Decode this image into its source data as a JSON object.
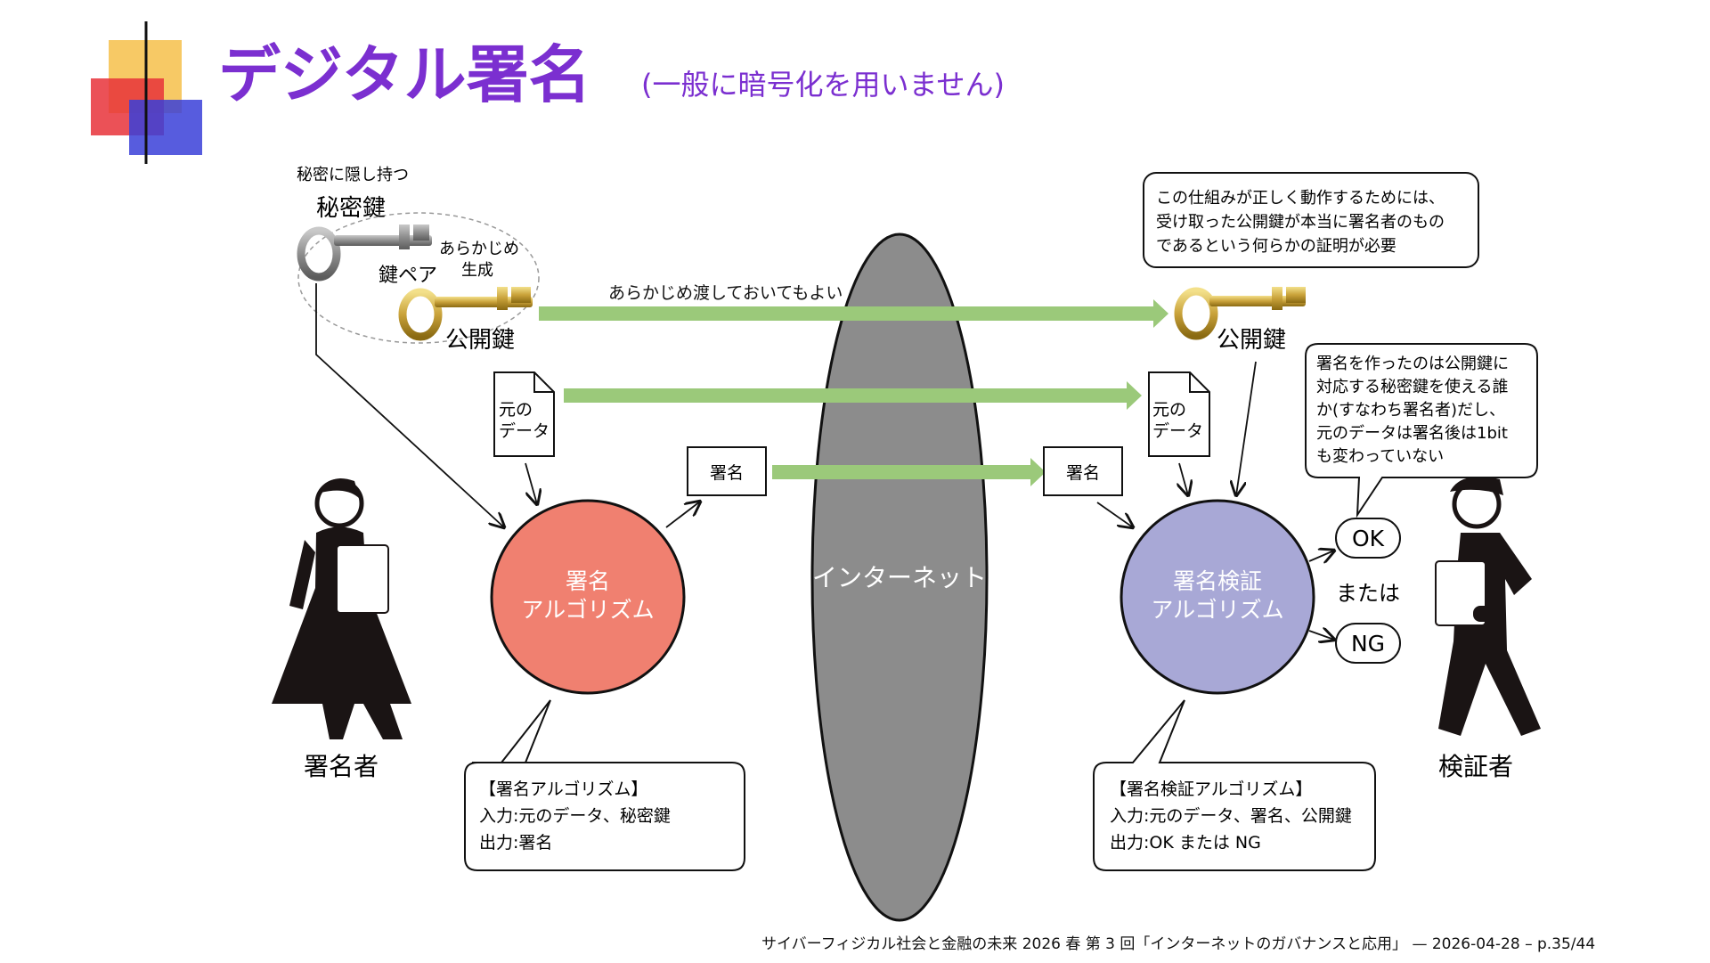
{
  "title": {
    "main": "デジタル署名",
    "sub": "(一般に暗号化を用いません)"
  },
  "colors": {
    "title_purple": "#7b2fd0",
    "arrow_green": "#9bc97a",
    "signing_circle": "#f08070",
    "verify_circle": "#a8a8d6",
    "internet": "#8c8c8c"
  },
  "signer": {
    "key_pair": {
      "hidden_note": "秘密に隠し持つ",
      "private_key": "秘密鍵",
      "pair_label": "鍵ペア",
      "pregen_line1": "あらかじめ",
      "pregen_line2": "生成",
      "public_key": "公開鍵"
    },
    "doc_line1": "元の",
    "doc_line2": "データ",
    "algorithm_line1": "署名",
    "algorithm_line2": "アルゴリズム",
    "signature": "署名",
    "person_label": "署名者",
    "box_title": "【署名アルゴリズム】",
    "box_input": "入力:元のデータ、秘密鍵",
    "box_output": "出力:署名"
  },
  "internet_label": "インターネット",
  "transfer_note": "あらかじめ渡しておいてもよい",
  "verifier": {
    "public_key": "公開鍵",
    "doc_line1": "元の",
    "doc_line2": "データ",
    "signature": "署名",
    "algorithm_line1": "署名検証",
    "algorithm_line2": "アルゴリズム",
    "ok": "OK",
    "or": "または",
    "ng": "NG",
    "person_label": "検証者",
    "box_title": "【署名検証アルゴリズム】",
    "box_input": "入力:元のデータ、署名、公開鍵",
    "box_output": "出力:OK または NG"
  },
  "note_top": {
    "line1": "この仕組みが正しく動作するためには、",
    "line2": "受け取った公開鍵が本当に署名者のもの",
    "line3": "であるという何らかの証明が必要"
  },
  "note_verifier": {
    "line1": "署名を作ったのは公開鍵に",
    "line2": "対応する秘密鍵を使える誰",
    "line3": "か(すなわち署名者)だし、",
    "line4": "元のデータは署名後は1bit",
    "line5": "も変わっていない"
  },
  "footer": "サイバーフィジカル社会と金融の未来 2026 春 第 3 回「インターネットのガバナンスと応用」 — 2026-04-28 – p.35/44"
}
